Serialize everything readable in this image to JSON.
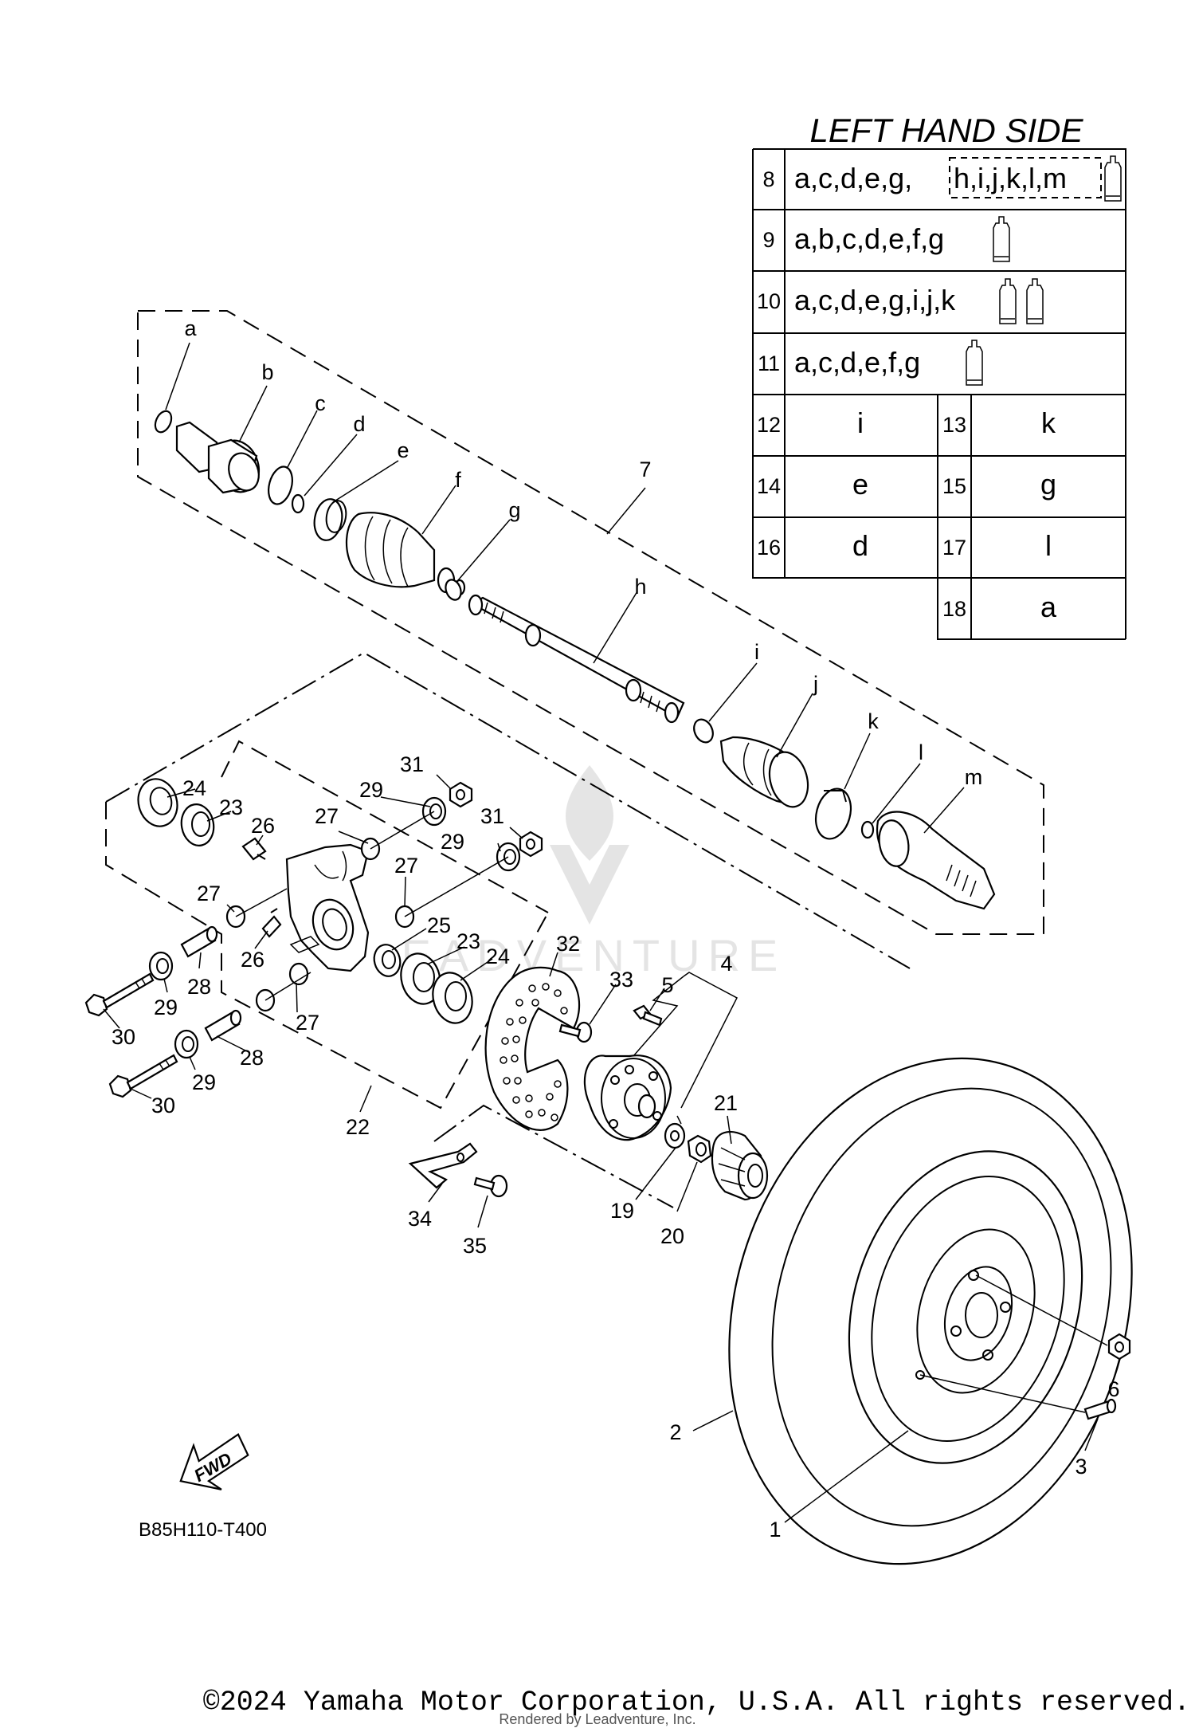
{
  "table": {
    "title": "LEFT HAND SIDE",
    "wide_rows": [
      {
        "num": "8",
        "text": "a,c,d,e,g,",
        "boxed": "h,i,j,k,l,m",
        "tubes": 1
      },
      {
        "num": "9",
        "text": "a,b,c,d,e,f,g",
        "tubes": 1
      },
      {
        "num": "10",
        "text": "a,c,d,e,g,i,j,k",
        "tubes": 2
      },
      {
        "num": "11",
        "text": "a,c,d,e,f,g",
        "tubes": 1
      }
    ],
    "pair_rows": [
      {
        "left_num": "12",
        "left_val": "i",
        "right_num": "13",
        "right_val": "k"
      },
      {
        "left_num": "14",
        "left_val": "e",
        "right_num": "15",
        "right_val": "g"
      },
      {
        "left_num": "16",
        "left_val": "d",
        "right_num": "17",
        "right_val": "l"
      }
    ],
    "single_row": {
      "num": "18",
      "val": "a"
    }
  },
  "callouts": {
    "a": "a",
    "b": "b",
    "c": "c",
    "d": "d",
    "e": "e",
    "f": "f",
    "g": "g",
    "h": "h",
    "i": "i",
    "j": "j",
    "k": "k",
    "l": "l",
    "m": "m",
    "n1": "1",
    "n2": "2",
    "n3": "3",
    "n4": "4",
    "n5": "5",
    "n6": "6",
    "n7": "7",
    "n19": "19",
    "n20": "20",
    "n21": "21",
    "n22": "22",
    "n23a": "23",
    "n23b": "23",
    "n24a": "24",
    "n24b": "24",
    "n25": "25",
    "n26a": "26",
    "n26b": "26",
    "n27a": "27",
    "n27b": "27",
    "n27c": "27",
    "n27d": "27",
    "n28a": "28",
    "n28b": "28",
    "n29a": "29",
    "n29b": "29",
    "n29c": "29",
    "n29d": "29",
    "n30a": "30",
    "n30b": "30",
    "n31a": "31",
    "n31b": "31",
    "n32": "32",
    "n33": "33",
    "n34": "34",
    "n35": "35"
  },
  "fwd_label": "FWD",
  "diagram_code": "B85H110-T400",
  "watermark": "EADVENTURE",
  "footer": {
    "copyright": "©2024 Yamaha Motor Corporation, U.S.A. All rights reserved.",
    "rendered_by": "Rendered by Leadventure, Inc."
  }
}
